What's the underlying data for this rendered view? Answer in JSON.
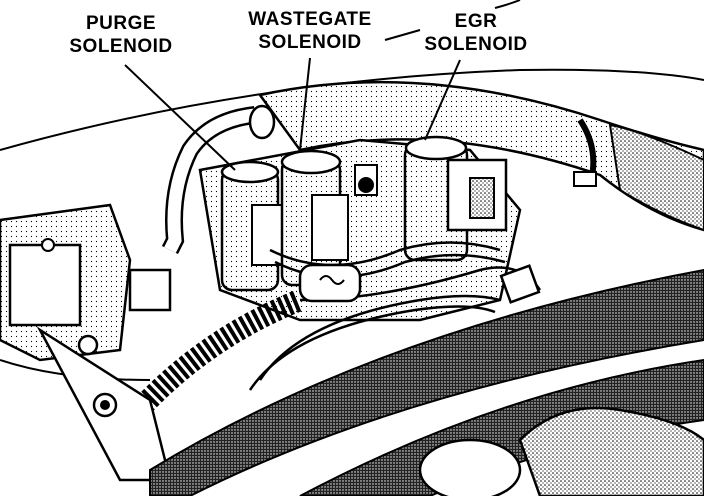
{
  "labels": {
    "purge": {
      "line1": "PURGE",
      "line2": "SOLENOID"
    },
    "wastegate": {
      "line1": "WASTEGATE",
      "line2": "SOLENOID"
    },
    "egr": {
      "line1": "EGR",
      "line2": "SOLENOID"
    }
  },
  "colors": {
    "ink": "#000000",
    "paper": "#ffffff",
    "stipple": "#8a8a8a"
  }
}
